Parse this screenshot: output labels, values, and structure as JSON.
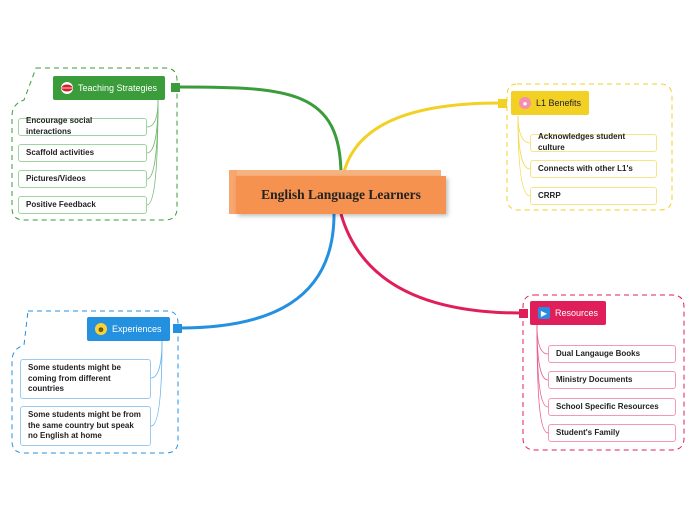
{
  "central": {
    "title": "English Language Learners"
  },
  "branches": {
    "teaching": {
      "title": "Teaching Strategies",
      "icon": "lips-icon",
      "color": "#3a9c3a",
      "items": [
        "Encourage social interactions",
        "Scaffold activities",
        "Pictures/Videos",
        "Positive Feedback"
      ]
    },
    "l1": {
      "title": "L1 Benefits",
      "icon": "brain-icon",
      "color": "#f2d024",
      "items": [
        "Acknowledges student culture",
        "Connects with other L1's",
        "CRRP"
      ]
    },
    "experiences": {
      "title": "Experiences",
      "icon": "smiley-icon",
      "color": "#2490e0",
      "items": [
        "Some students might be coming from different countries",
        "Some students might be from the same country but speak no English at home"
      ]
    },
    "resources": {
      "title": "Resources",
      "icon": "play-icon",
      "color": "#e01e5a",
      "items": [
        "Dual Langauge Books",
        "Ministry Documents",
        "School Specific Resources",
        "Student's Family"
      ]
    }
  }
}
